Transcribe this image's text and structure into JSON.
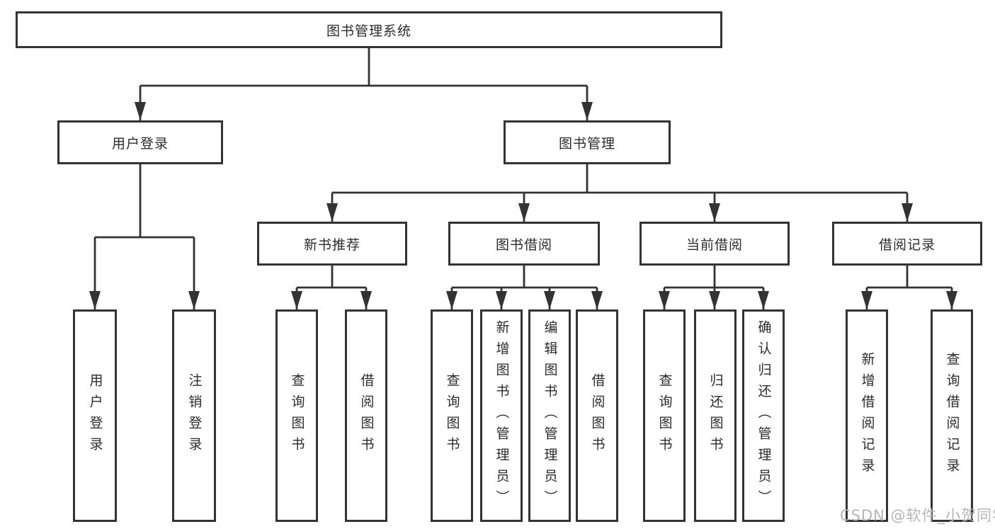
{
  "diagram": {
    "root": {
      "label": "图书管理系统"
    },
    "branches": [
      {
        "label": "用户登录",
        "children": [
          {
            "label": "用户登录"
          },
          {
            "label": "注销登录"
          }
        ]
      },
      {
        "label": "图书管理",
        "children": [
          {
            "label": "新书推荐",
            "children": [
              {
                "label": "查询图书"
              },
              {
                "label": "借阅图书"
              }
            ]
          },
          {
            "label": "图书借阅",
            "children": [
              {
                "label": "查询图书"
              },
              {
                "label": "新增图书（管理员）"
              },
              {
                "label": "编辑图书（管理员）"
              },
              {
                "label": "借阅图书"
              }
            ]
          },
          {
            "label": "当前借阅",
            "children": [
              {
                "label": "查询图书"
              },
              {
                "label": "归还图书"
              },
              {
                "label": "确认归还（管理员）"
              }
            ]
          },
          {
            "label": "借阅记录",
            "children": [
              {
                "label": "新增借阅记录"
              },
              {
                "label": "查询借阅记录"
              }
            ]
          }
        ]
      }
    ]
  },
  "colors": {
    "line": "#333333",
    "box_border": "#333333",
    "text": "#2b2b2b",
    "watermark": "#b5b5b5"
  },
  "watermark": {
    "text": "CSDN @软件_小贺同学"
  }
}
